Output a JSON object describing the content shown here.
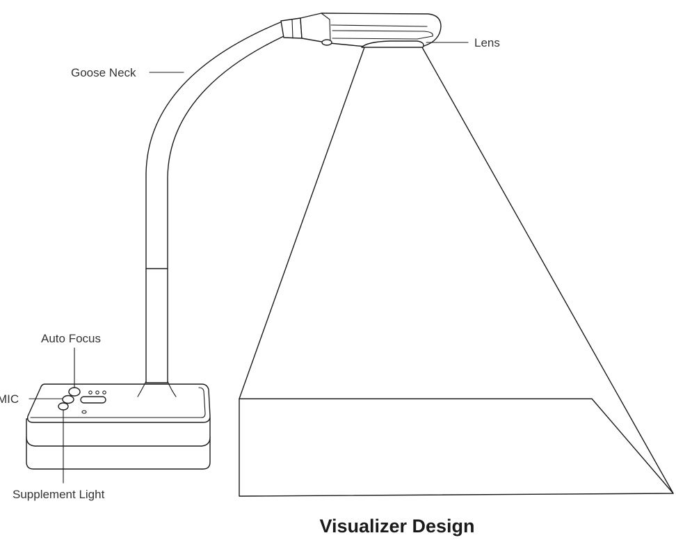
{
  "diagram": {
    "title": "Visualizer Design",
    "labels": {
      "lens": "Lens",
      "goose_neck": "Goose Neck",
      "auto_focus": "Auto Focus",
      "mic": "MIC",
      "supplement_light": "Supplement Light"
    }
  }
}
